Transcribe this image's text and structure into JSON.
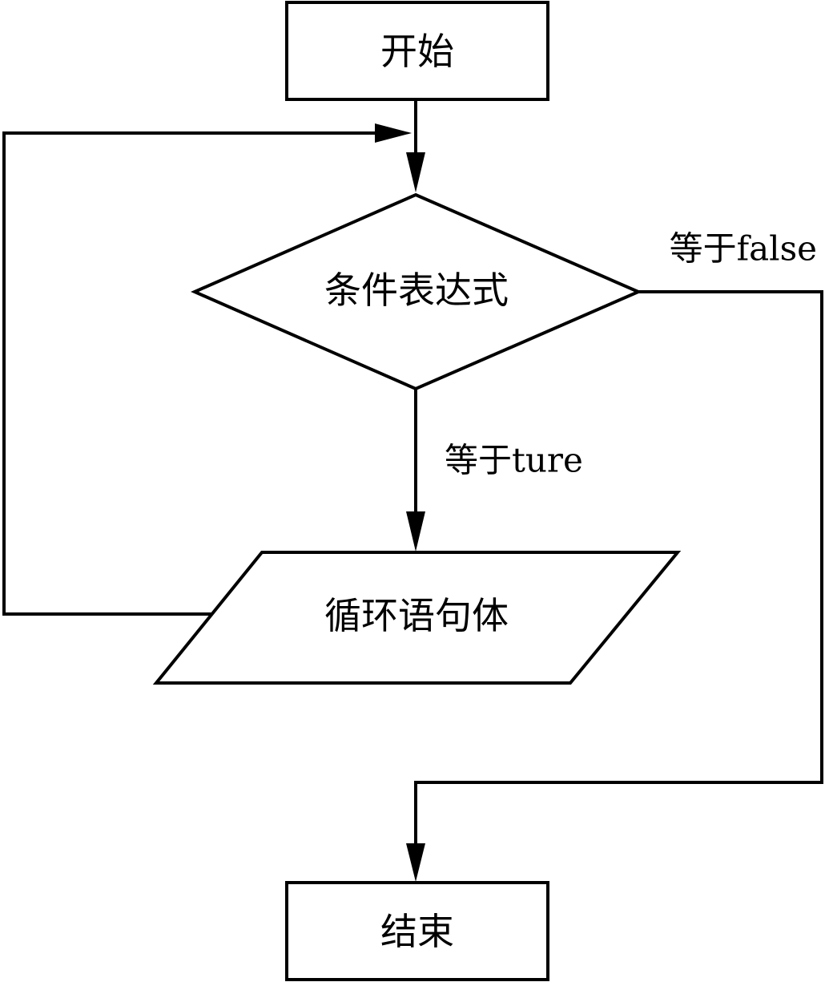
{
  "nodes": {
    "start": {
      "label": "开始"
    },
    "condition": {
      "label": "条件表达式"
    },
    "loop_body": {
      "label": "循环语句体"
    },
    "end": {
      "label": "结束"
    }
  },
  "edges": {
    "true_branch": {
      "label": "等于ture"
    },
    "false_branch": {
      "label": "等于false"
    }
  }
}
